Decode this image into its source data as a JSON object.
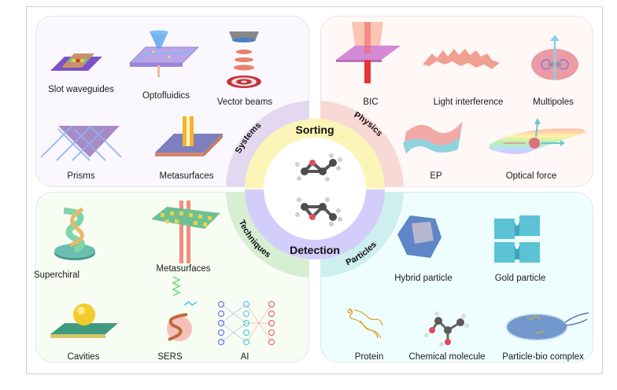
{
  "figure": {
    "center": {
      "top_title": "Sorting",
      "bottom_title": "Detection",
      "molecule_top": "epoxide-molecule-icon",
      "molecule_bottom": "epoxide-molecule-icon"
    },
    "quadrants": {
      "systems": {
        "title": "Systems",
        "color": "#e3d8ef",
        "items": [
          {
            "label": "Slot waveguides",
            "icon": "slot-waveguide-icon"
          },
          {
            "label": "Optofluidics",
            "icon": "optofluidic-chip-icon"
          },
          {
            "label": "Vector beams",
            "icon": "vector-beam-icon"
          },
          {
            "label": "Prisms",
            "icon": "prism-icon"
          },
          {
            "label": "Metasurfaces",
            "icon": "metasurface-icon"
          }
        ]
      },
      "physics": {
        "title": "Physics",
        "color": "#f9d9d5",
        "items": [
          {
            "label": "BIC",
            "icon": "bic-icon"
          },
          {
            "label": "Light interference",
            "icon": "interference-wave-icon"
          },
          {
            "label": "Multipoles",
            "icon": "multipole-torus-icon"
          },
          {
            "label": "EP",
            "icon": "exceptional-point-surface-icon"
          },
          {
            "label": "Optical force",
            "icon": "optical-force-icon"
          }
        ]
      },
      "techniques": {
        "title": "Techniques",
        "color": "#d6eed2",
        "items": [
          {
            "label": "Superchiral",
            "icon": "superchiral-helix-icon"
          },
          {
            "label": "Metasurfaces",
            "icon": "metasurface-pillars-icon"
          },
          {
            "label": "Cavities",
            "icon": "cavity-sphere-icon"
          },
          {
            "label": "SERS",
            "icon": "sers-helix-icon"
          },
          {
            "label": "AI",
            "icon": "neural-network-icon"
          }
        ]
      },
      "particles": {
        "title": "Particles",
        "color": "#cfeef0",
        "items": [
          {
            "label": "Hybrid particle",
            "icon": "hybrid-particle-icon"
          },
          {
            "label": "Gold particle",
            "icon": "gold-particle-icon"
          },
          {
            "label": "Protein",
            "icon": "protein-icon"
          },
          {
            "label": "Chemical molecule",
            "icon": "chemical-molecule-icon"
          },
          {
            "label": "Particle-bio complex",
            "icon": "bacterium-complex-icon"
          }
        ]
      }
    },
    "ring_colors": {
      "sorting": "#fbf5b8",
      "detection": "#d3cdfb"
    }
  }
}
